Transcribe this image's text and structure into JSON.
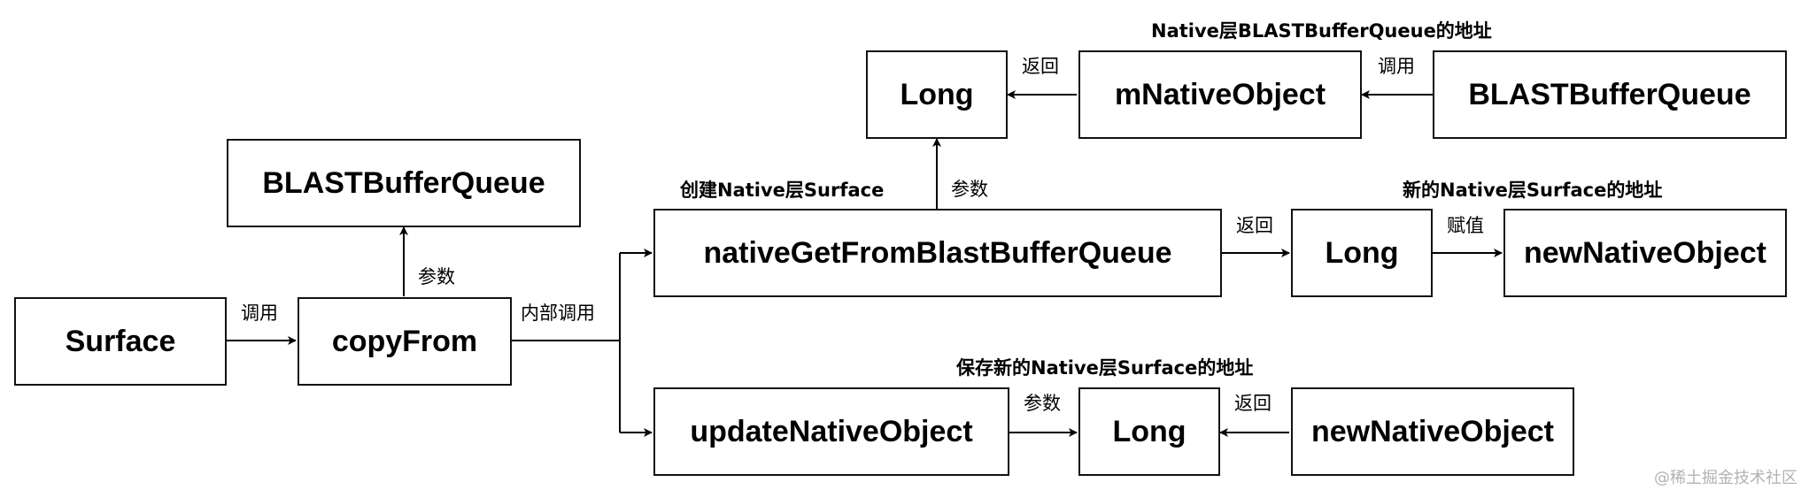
{
  "nodes": {
    "surface": "Surface",
    "copy_from": "copyFrom",
    "blast_left": "BLASTBufferQueue",
    "native_get": "nativeGetFromBlastBufferQueue",
    "long_top": "Long",
    "m_native_object": "mNativeObject",
    "blast_top": "BLASTBufferQueue",
    "long_mid": "Long",
    "new_native_object_mid": "newNativeObject",
    "update_native_object": "updateNativeObject",
    "long_bottom": "Long",
    "new_native_object_bottom": "newNativeObject"
  },
  "edges": {
    "surface_to_copy": "调用",
    "copy_to_blast": "参数",
    "copy_internal": "内部调用",
    "native_get_to_long_top": "参数",
    "m_native_to_long_top": "返回",
    "blast_top_to_m_native": "调用",
    "native_get_to_long_mid": "返回",
    "long_mid_to_new_native": "赋值",
    "update_to_long_bottom": "参数",
    "new_native_bottom_to_long_bottom": "返回"
  },
  "annotations": {
    "create_native_surface": "创建Native层Surface",
    "native_blast_address": "Native层BLASTBufferQueue的地址",
    "new_native_surface_address": "新的Native层Surface的地址",
    "save_new_native_surface_address": "保存新的Native层Surface的地址"
  },
  "watermark": "@稀土掘金技术社区"
}
